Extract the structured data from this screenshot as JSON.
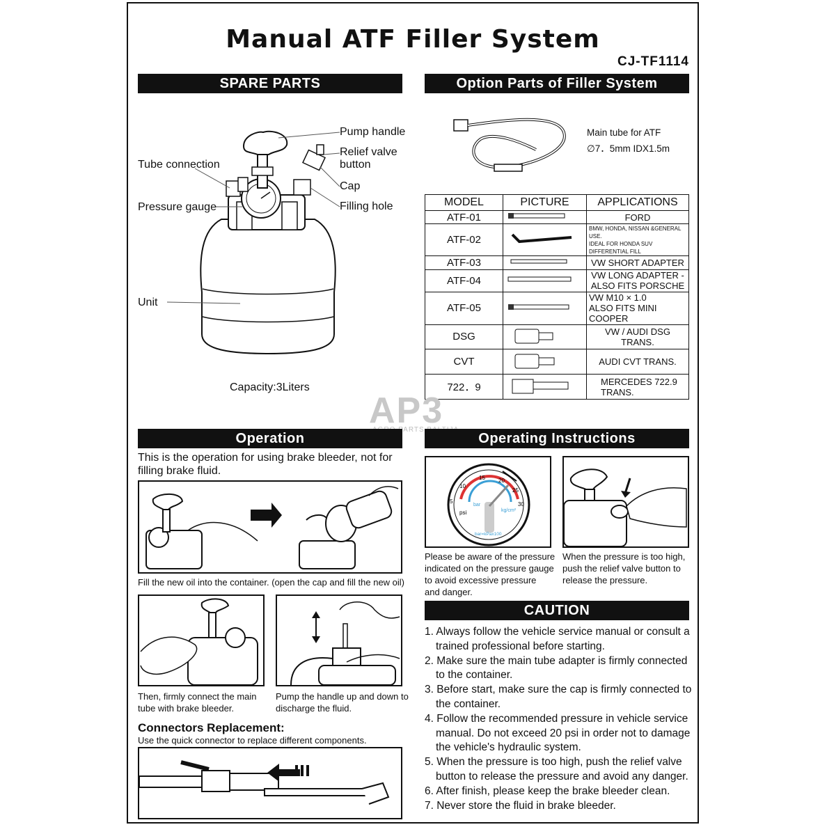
{
  "title": "Manual ATF Filler System",
  "model_code": "CJ-TF1114",
  "spare_parts": {
    "heading": "SPARE PARTS",
    "labels": {
      "pump_handle": "Pump handle",
      "relief_valve": "Relief valve",
      "relief_valve_2": "button",
      "tube_connection": "Tube connection",
      "cap": "Cap",
      "pressure_gauge": "Pressure gauge",
      "filling_hole": "Filling hole",
      "unit": "Unit"
    },
    "capacity": "Capacity:3Liters"
  },
  "option_parts": {
    "heading": "Option Parts of Filler System",
    "tube_desc_1": "Main tube for ATF",
    "tube_desc_2": "∅7．5mm IDX1.5m",
    "table": {
      "headers": [
        "MODEL",
        "PICTURE",
        "APPLICATIONS"
      ],
      "rows": [
        {
          "model": "ATF-01",
          "app_1": "FORD",
          "app_2": ""
        },
        {
          "model": "ATF-02",
          "app_1": "BMW, HONDA, NISSAN &GENERAL USE.",
          "app_2": "IDEAL FOR HONDA SUV DIFFERENTIAL FILL"
        },
        {
          "model": "ATF-03",
          "app_1": "VW SHORT ADAPTER",
          "app_2": ""
        },
        {
          "model": "ATF-04",
          "app_1": "VW LONG ADAPTER -",
          "app_2": "ALSO FITS PORSCHE"
        },
        {
          "model": "ATF-05",
          "app_1": "VW M10 × 1.0",
          "app_2": "ALSO FITS MINI COOPER"
        },
        {
          "model": "DSG",
          "app_1": "VW / AUDI DSG TRANS.",
          "app_2": ""
        },
        {
          "model": "CVT",
          "app_1": "AUDI CVT TRANS.",
          "app_2": ""
        },
        {
          "model": "722．9",
          "app_1": "MERCEDES 722.9",
          "app_2": "TRANS."
        }
      ]
    }
  },
  "watermark": {
    "logo": "AP3",
    "sub": "AGRO PARTS BALTIJA"
  },
  "operation": {
    "heading": "Operation",
    "intro_1": "This is the operation for using brake bleeder, not for",
    "intro_2": "filling brake fluid.",
    "step1": "Fill the new oil into the container. (open the cap and fill the new oil)",
    "step2_1": "Then, firmly connect the main",
    "step2_2": " tube with brake bleeder.",
    "step3_1": "Pump the handle up and down to",
    "step3_2": "discharge the fluid.",
    "connectors_heading": "Connectors Replacement:",
    "connectors_text": "Use the quick connector to  replace different components."
  },
  "operating_instructions": {
    "heading": "Operating Instructions",
    "gauge": {
      "psi_label": "psi",
      "bar_label": "bar",
      "kg_label": "kg/cm²",
      "kpa_label": "bar=kPax100",
      "ticks": [
        "5",
        "10",
        "15",
        "20",
        "25",
        "30"
      ]
    },
    "left_text": [
      "Please be aware of the pressure",
      "indicated on the pressure gauge",
      "to avoid excessive pressure",
      "and danger."
    ],
    "right_text": [
      "When the pressure is too high,",
      "push the relief valve button to",
      "release the pressure."
    ]
  },
  "caution": {
    "heading": "CAUTION",
    "items": [
      "1. Always follow the vehicle service manual or consult a trained professional before starting.",
      "2. Make sure the main tube adapter is firmly connected to the container.",
      "3. Before start, make sure the cap is firmly connected to the container.",
      "4. Follow the recommended pressure in vehicle service manual. Do not exceed 20 psi in order not to damage the vehicle's hydraulic system.",
      "5. When the pressure is too high, push the relief valve button to release the pressure and avoid any danger.",
      "6. After finish, please keep the brake bleeder clean.",
      "7. Never store the fluid in brake bleeder."
    ]
  }
}
